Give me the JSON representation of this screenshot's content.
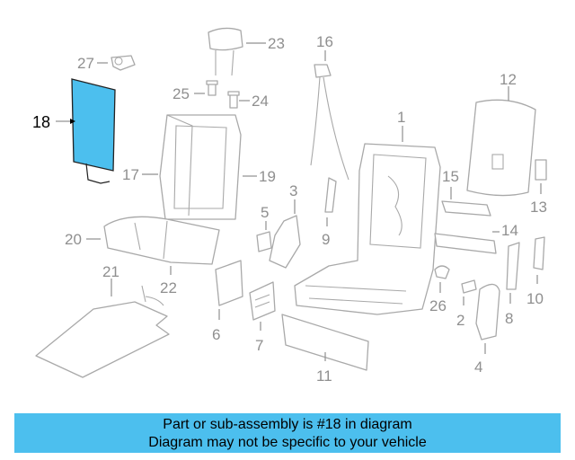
{
  "highlight_color": "#4cbfee",
  "callouts": {
    "c1": "1",
    "c2": "2",
    "c3": "3",
    "c4": "4",
    "c5": "5",
    "c6": "6",
    "c7": "7",
    "c8": "8",
    "c9": "9",
    "c10": "10",
    "c11": "11",
    "c12": "12",
    "c13": "13",
    "c14": "14",
    "c15": "15",
    "c16": "16",
    "c17": "17",
    "c18": "18",
    "c19": "19",
    "c20": "20",
    "c21": "21",
    "c22": "22",
    "c23": "23",
    "c24": "24",
    "c25": "25",
    "c26": "26",
    "c27": "27"
  },
  "banner": {
    "line1": "Part or sub-assembly is #18 in diagram",
    "line2": "Diagram may not be specific to your vehicle"
  }
}
